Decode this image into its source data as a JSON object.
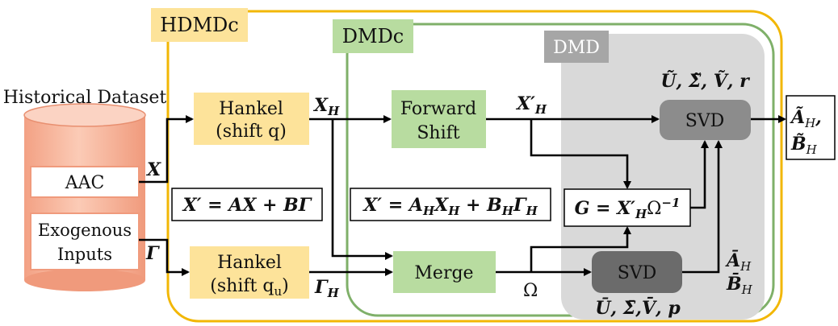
{
  "diagram": {
    "regions": {
      "hdmdc": "HDMDc",
      "dmdc": "DMDc",
      "dmd": "DMD"
    },
    "dataset": {
      "title": "Historical Dataset",
      "aac": "AAC",
      "exogenous_line1": "Exogenous",
      "exogenous_line2": "Inputs"
    },
    "blocks": {
      "hankel_x_line1": "Hankel",
      "hankel_x_line2": "(shift q)",
      "hankel_u_line1": "Hankel",
      "hankel_u_line2": "(shift q",
      "hankel_u_sub": "u",
      "hankel_u_close": ")",
      "forward_shift_line1": "Forward",
      "forward_shift_line2": "Shift",
      "merge": "Merge",
      "svd_top": "SVD",
      "svd_bottom": "SVD"
    },
    "equations": {
      "general": "X′ = AX + BΓ",
      "dmdc": "X′ = A",
      "dmdc_sub1": "H",
      "dmdc_mid": "X",
      "dmdc_sub2": "H",
      "dmdc_plus": " + B",
      "dmdc_sub3": "H",
      "dmdc_gamma": "Γ",
      "dmdc_sub4": "H",
      "g_eq_lhs": "G = X′",
      "g_eq_sub": "H",
      "g_eq_rhs": "Ω",
      "g_eq_sup": "−1"
    },
    "signals": {
      "x": "X",
      "gamma": "Γ",
      "x_h": "X",
      "x_h_sub": "H",
      "x_prime_h": "X′",
      "x_prime_h_sub": "H",
      "gamma_h": "Γ",
      "gamma_h_sub": "H",
      "omega": "Ω",
      "svd_top_out": "Ũ, Σ̃, Ṽ, r",
      "svd_bottom_out": "Ū, Σ̄,V̄, p",
      "a_bar": "Ā",
      "a_bar_sub": "H",
      "b_bar": "B̄",
      "b_bar_sub": "H",
      "out_a": "Ã",
      "out_a_sub": "H",
      "out_a_comma": ",",
      "out_b": "B̃",
      "out_b_sub": "H"
    },
    "colors": {
      "hdmdc_border": "#f2b705",
      "hdmdc_tag": "#fde39a",
      "dmdc_border": "#7fb069",
      "dmdc_tag": "#b8dca0",
      "dmd_fill": "#d9d9d9",
      "dmd_tag": "#a6a6a6",
      "hankel_fill": "#fde39a",
      "green_fill": "#b8dca0",
      "cylinder_fill": "#f7b59b",
      "svd_top_fill": "#8c8c8c",
      "svd_bottom_fill": "#6b6b6b"
    }
  }
}
